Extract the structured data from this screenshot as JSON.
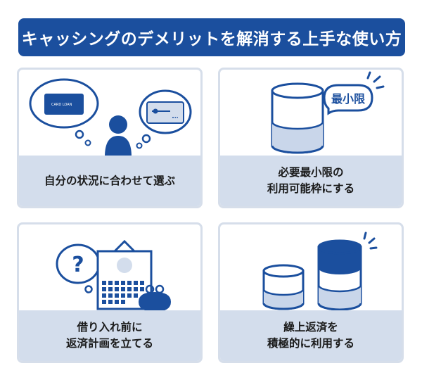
{
  "title": "キャッシングのデメリットを解消する上手な使い方",
  "colors": {
    "primary": "#1b4f9e",
    "caption_bg": "#d3ddec",
    "card_border": "#d6deea",
    "light_fill": "#c9d6ea"
  },
  "cards": [
    {
      "lines": [
        "自分の状況に合わせて選ぶ"
      ],
      "icons": [
        "card-loan-thought-icon",
        "person-icon",
        "bank-card-thought-icon"
      ],
      "card_text": "CARD LOAN"
    },
    {
      "lines": [
        "必要最小限の",
        "利用可能枠にする"
      ],
      "icons": [
        "cylinder-icon",
        "speech-bubble-icon"
      ],
      "bubble_text": "最小限"
    },
    {
      "lines": [
        "借り入れ前に",
        "返済計画を立てる"
      ],
      "icons": [
        "question-bubble-icon",
        "calendar-icon",
        "coin-purse-icon"
      ],
      "question_mark": "?"
    },
    {
      "lines": [
        "繰上返済を",
        "積極的に利用する"
      ],
      "icons": [
        "small-cylinder-icon",
        "large-cylinder-icon"
      ]
    }
  ]
}
